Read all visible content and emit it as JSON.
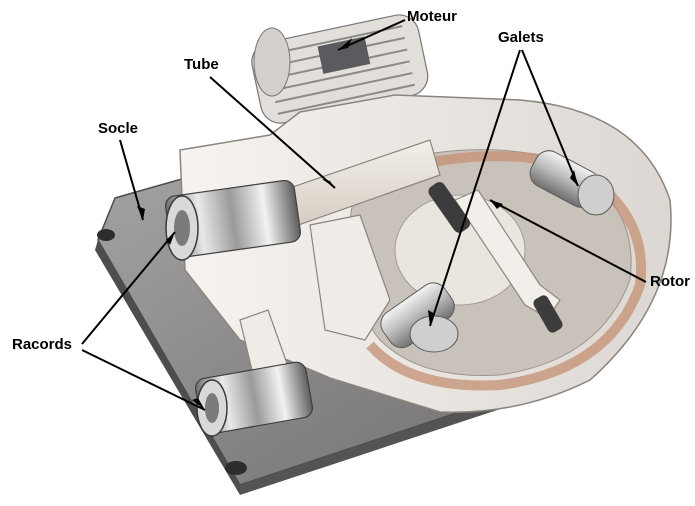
{
  "labels": {
    "moteur": "Moteur",
    "galets": "Galets",
    "tube": "Tube",
    "socle": "Socle",
    "rotor": "Rotor",
    "racords": "Racords"
  },
  "colors": {
    "background": "#ffffff",
    "label_text": "#000000",
    "leader_line": "#000000",
    "casing": "#eeeae6",
    "base_plate": "#8c8a8a",
    "tube_inner": "#d9a58a",
    "metal": "#c8c8c8"
  }
}
